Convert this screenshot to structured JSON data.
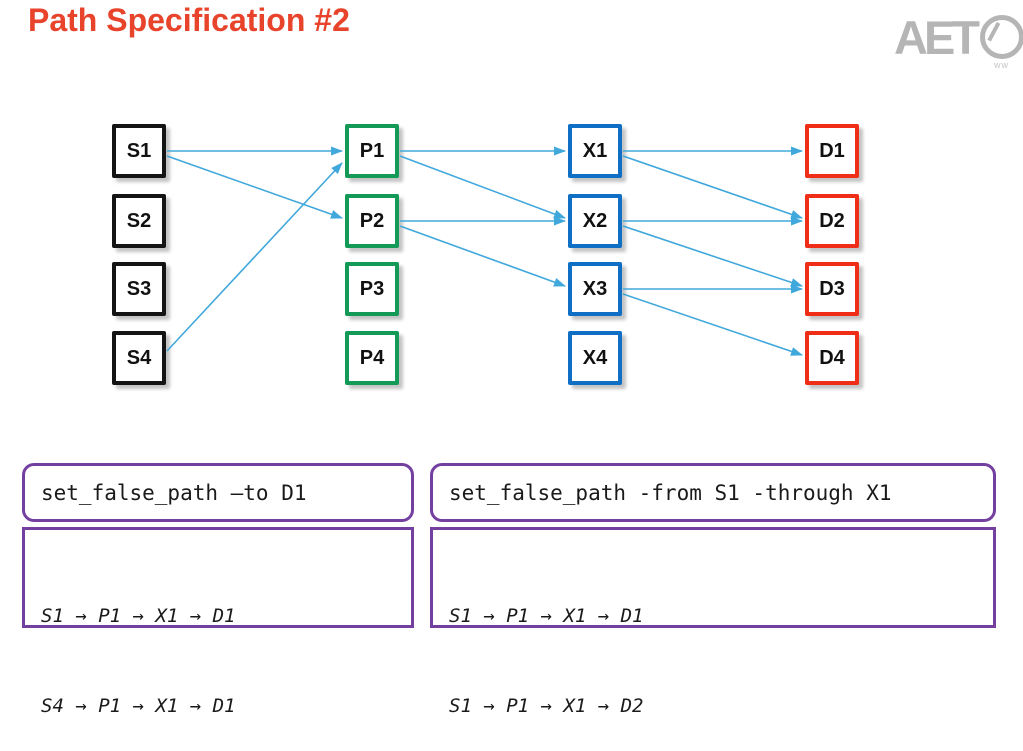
{
  "title": "Path Specification #2",
  "logo": {
    "text": "AET",
    "sub": "ww"
  },
  "colors": {
    "title": "#e8432b",
    "edge": "#41a8dc",
    "panel_border": "#7440a0",
    "s_border": "#141414",
    "p_border": "#149a57",
    "x_border": "#0e6fc5",
    "d_border": "#f02d17"
  },
  "diagram": {
    "edge_color": "#41a8dc",
    "columns": [
      {
        "id": "S",
        "border_color": "#141414",
        "nodes": [
          "S1",
          "S2",
          "S3",
          "S4"
        ]
      },
      {
        "id": "P",
        "border_color": "#149a57",
        "nodes": [
          "P1",
          "P2",
          "P3",
          "P4"
        ]
      },
      {
        "id": "X",
        "border_color": "#0e6fc5",
        "nodes": [
          "X1",
          "X2",
          "X3",
          "X4"
        ]
      },
      {
        "id": "D",
        "border_color": "#f02d17",
        "nodes": [
          "D1",
          "D2",
          "D3",
          "D4"
        ]
      }
    ],
    "edges": [
      {
        "from": "S1",
        "to": "P1"
      },
      {
        "from": "S1",
        "to": "P2"
      },
      {
        "from": "S4",
        "to": "P1"
      },
      {
        "from": "P1",
        "to": "X1"
      },
      {
        "from": "P1",
        "to": "X2"
      },
      {
        "from": "P2",
        "to": "X2"
      },
      {
        "from": "P2",
        "to": "X3"
      },
      {
        "from": "X1",
        "to": "D1"
      },
      {
        "from": "X1",
        "to": "D2"
      },
      {
        "from": "X2",
        "to": "D2"
      },
      {
        "from": "X2",
        "to": "D3"
      },
      {
        "from": "X3",
        "to": "D3"
      },
      {
        "from": "X3",
        "to": "D4"
      }
    ]
  },
  "panels": [
    {
      "command": "set_false_path –to D1",
      "paths": [
        "S1 → P1 → X1 → D1",
        "S4 → P1 → X1 → D1"
      ]
    },
    {
      "command": "set_false_path -from S1 -through X1",
      "paths": [
        "S1 → P1 → X1 → D1",
        "S1 → P1 → X1 → D2"
      ]
    }
  ]
}
